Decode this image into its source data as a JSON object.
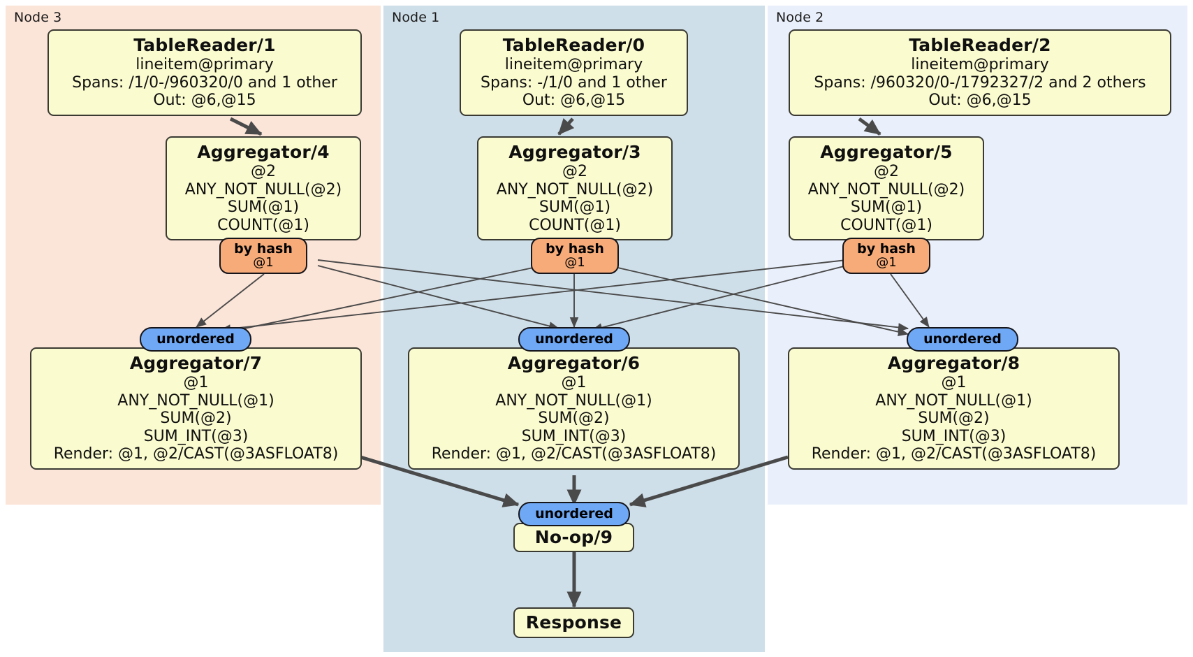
{
  "diagram": {
    "kind": "distributed-query-plan",
    "colors": {
      "node3_panel": "#fbe4d8",
      "node1_panel": "#cfdfe9",
      "node2_panel": "#eaf0fb",
      "processor_fill": "#fbfbd0",
      "processor_stroke": "#3a3a33",
      "hash_badge": "#f6ab79",
      "unordered_badge": "#6fa8f4",
      "edge": "#4a4a4a"
    }
  },
  "panels": [
    {
      "id": "node3",
      "label": "Node 3"
    },
    {
      "id": "node1",
      "label": "Node 1"
    },
    {
      "id": "node2",
      "label": "Node 2"
    }
  ],
  "processors": {
    "table_reader_1": {
      "title": "TableReader/1",
      "lines": [
        "lineitem@primary",
        "Spans: /1/0-/960320/0 and 1 other",
        "Out: @6,@15"
      ]
    },
    "table_reader_0": {
      "title": "TableReader/0",
      "lines": [
        "lineitem@primary",
        "Spans: -/1/0 and 1 other",
        "Out: @6,@15"
      ]
    },
    "table_reader_2": {
      "title": "TableReader/2",
      "lines": [
        "lineitem@primary",
        "Spans: /960320/0-/1792327/2 and 2 others",
        "Out: @6,@15"
      ]
    },
    "aggregator_4": {
      "title": "Aggregator/4",
      "lines": [
        "@2",
        "ANY_NOT_NULL(@2)",
        "SUM(@1)",
        "COUNT(@1)"
      ]
    },
    "aggregator_3": {
      "title": "Aggregator/3",
      "lines": [
        "@2",
        "ANY_NOT_NULL(@2)",
        "SUM(@1)",
        "COUNT(@1)"
      ]
    },
    "aggregator_5": {
      "title": "Aggregator/5",
      "lines": [
        "@2",
        "ANY_NOT_NULL(@2)",
        "SUM(@1)",
        "COUNT(@1)"
      ]
    },
    "aggregator_7": {
      "title": "Aggregator/7",
      "lines": [
        "@1",
        "ANY_NOT_NULL(@1)",
        "SUM(@2)",
        "SUM_INT(@3)",
        "Render: @1, @2/CAST(@3ASFLOAT8)"
      ]
    },
    "aggregator_6": {
      "title": "Aggregator/6",
      "lines": [
        "@1",
        "ANY_NOT_NULL(@1)",
        "SUM(@2)",
        "SUM_INT(@3)",
        "Render: @1, @2/CAST(@3ASFLOAT8)"
      ]
    },
    "aggregator_8": {
      "title": "Aggregator/8",
      "lines": [
        "@1",
        "ANY_NOT_NULL(@1)",
        "SUM(@2)",
        "SUM_INT(@3)",
        "Render: @1, @2/CAST(@3ASFLOAT8)"
      ]
    },
    "noop_9": {
      "title": "No-op/9",
      "lines": []
    },
    "response": {
      "title": "Response",
      "lines": []
    }
  },
  "badges": {
    "hash_left": {
      "title": "by hash",
      "sub": "@1"
    },
    "hash_mid": {
      "title": "by hash",
      "sub": "@1"
    },
    "hash_right": {
      "title": "by hash",
      "sub": "@1"
    },
    "unordered_left": {
      "title": "unordered",
      "sub": ""
    },
    "unordered_mid": {
      "title": "unordered",
      "sub": ""
    },
    "unordered_right": {
      "title": "unordered",
      "sub": ""
    },
    "unordered_final": {
      "title": "unordered",
      "sub": ""
    }
  }
}
